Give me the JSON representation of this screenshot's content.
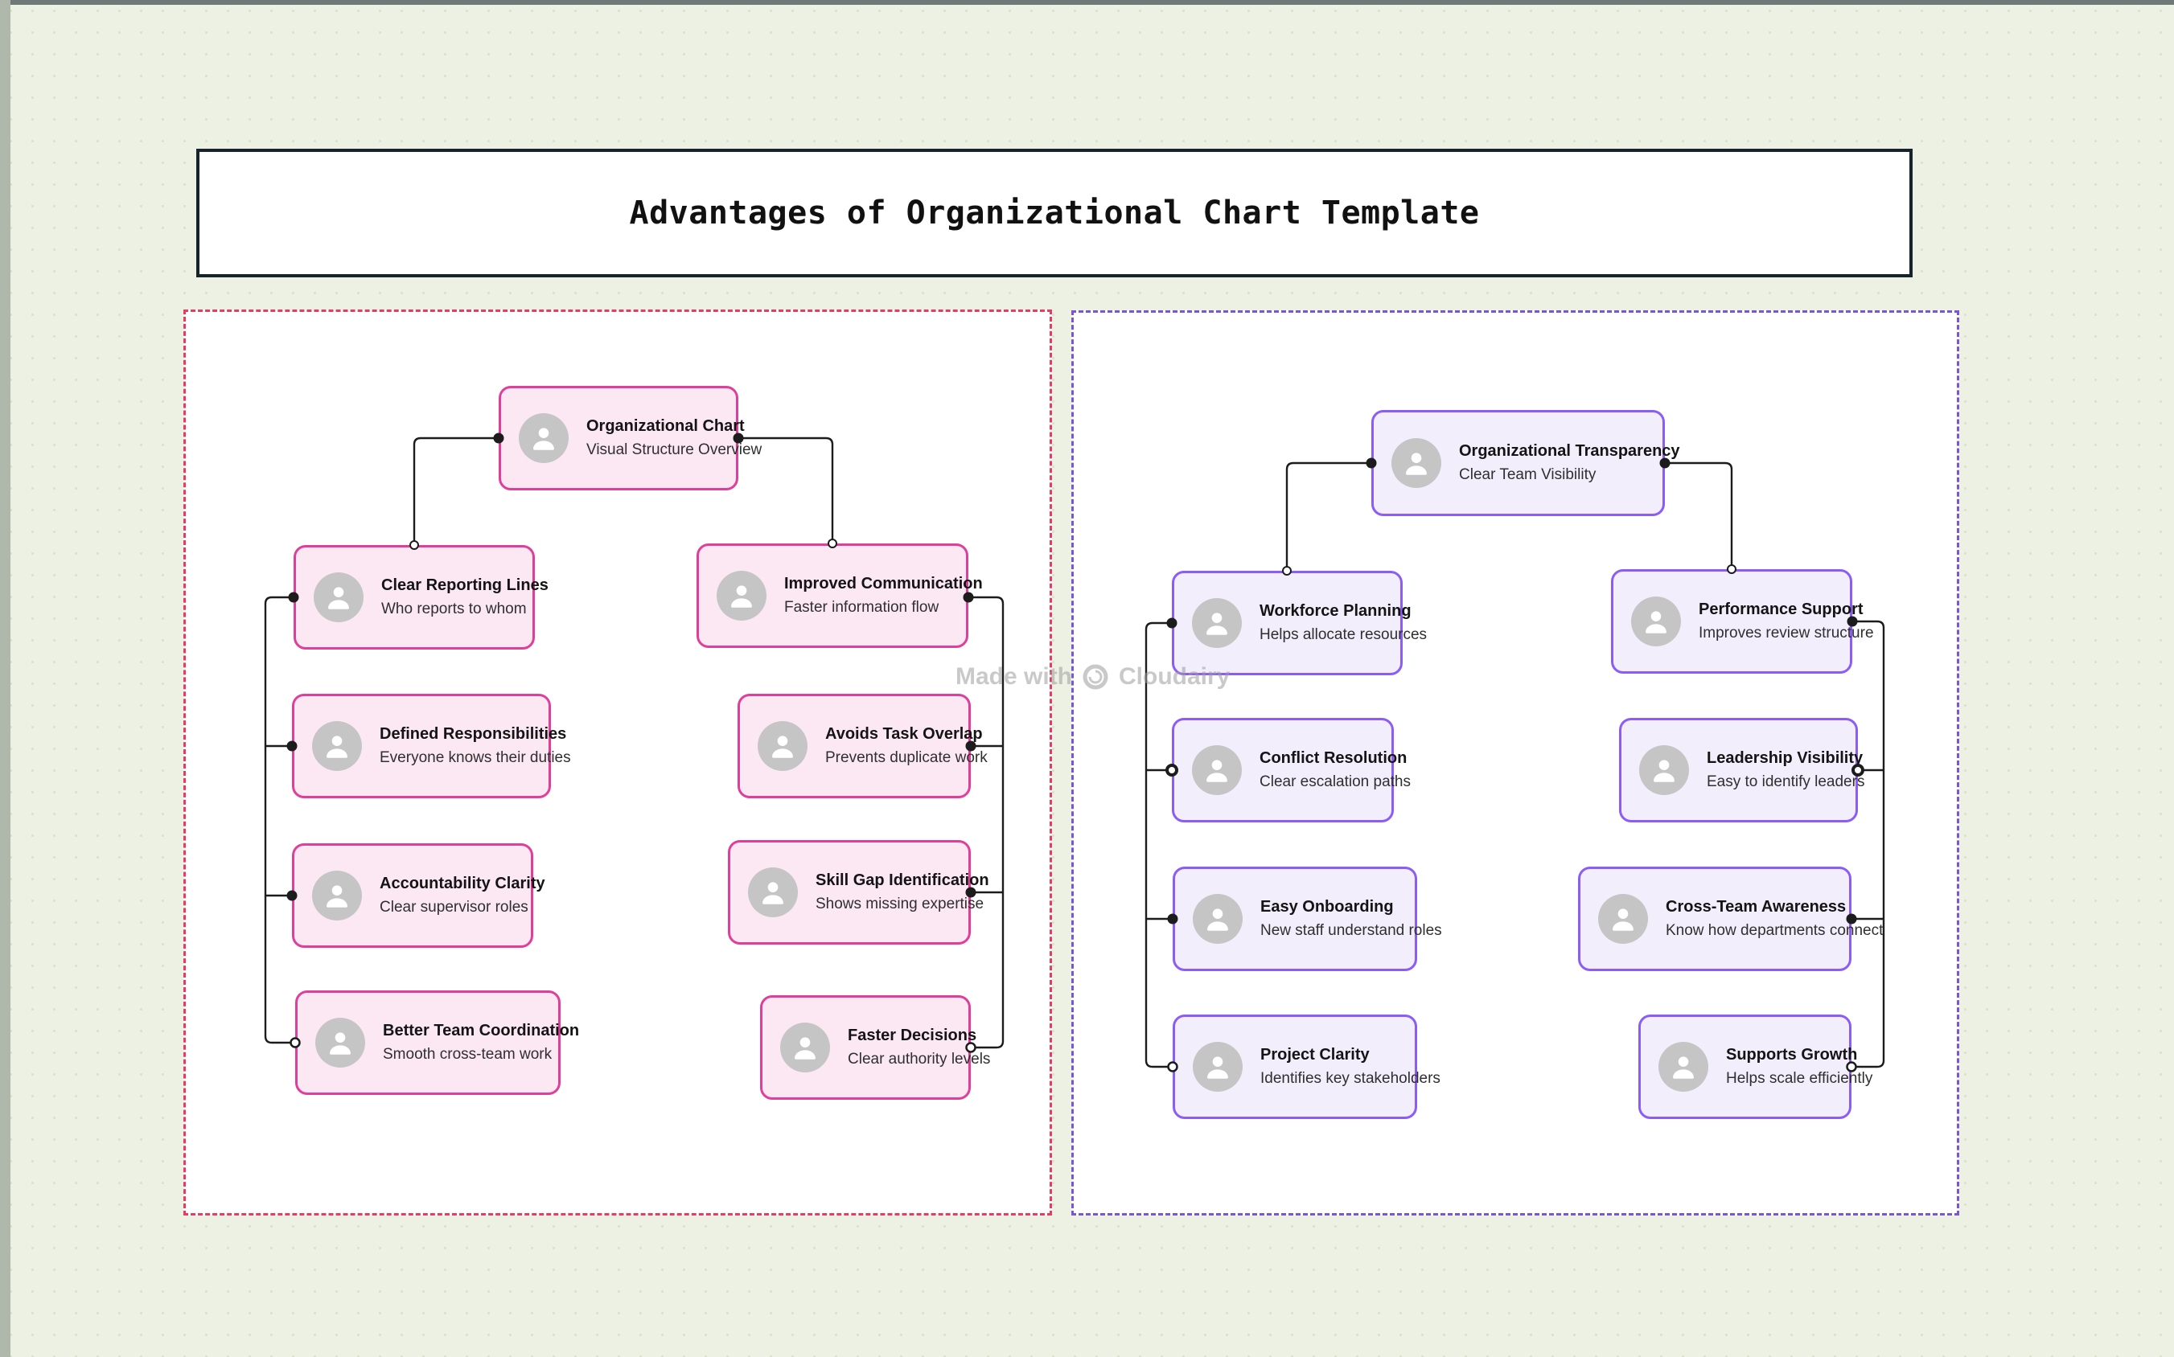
{
  "title_box": {
    "text": "Advantages of Organizational Chart Template"
  },
  "watermark": {
    "made_with": "Made with",
    "brand": "Cloudairy"
  },
  "pink_tree": {
    "root": {
      "title": "Organizational Chart",
      "subtitle": "Visual Structure Overview"
    },
    "left": [
      {
        "title": "Clear Reporting Lines",
        "subtitle": "Who reports to whom"
      },
      {
        "title": "Defined Responsibilities",
        "subtitle": "Everyone knows their duties"
      },
      {
        "title": "Accountability Clarity",
        "subtitle": "Clear supervisor roles"
      },
      {
        "title": "Better Team Coordination",
        "subtitle": "Smooth cross-team work"
      }
    ],
    "right": [
      {
        "title": "Improved Communication",
        "subtitle": "Faster information flow"
      },
      {
        "title": "Avoids Task Overlap",
        "subtitle": "Prevents duplicate work"
      },
      {
        "title": "Skill Gap Identification",
        "subtitle": "Shows missing expertise"
      },
      {
        "title": "Faster Decisions",
        "subtitle": "Clear authority levels"
      }
    ]
  },
  "purple_tree": {
    "root": {
      "title": "Organizational Transparency",
      "subtitle": "Clear Team Visibility"
    },
    "left": [
      {
        "title": "Workforce Planning",
        "subtitle": "Helps allocate resources"
      },
      {
        "title": "Conflict Resolution",
        "subtitle": "Clear escalation paths"
      },
      {
        "title": "Easy Onboarding",
        "subtitle": "New staff understand roles"
      },
      {
        "title": "Project Clarity",
        "subtitle": "Identifies key stakeholders"
      }
    ],
    "right": [
      {
        "title": "Performance Support",
        "subtitle": "Improves review structure"
      },
      {
        "title": "Leadership Visibility",
        "subtitle": "Easy to identify leaders"
      },
      {
        "title": "Cross-Team Awareness",
        "subtitle": "Know how departments connect"
      },
      {
        "title": "Supports Growth",
        "subtitle": "Helps scale efficiently"
      }
    ]
  },
  "colors": {
    "canvas_bg": "#ecf1e3",
    "grid_dot": "#dae2cc",
    "frame_white": "#ffffff",
    "title_border": "#16222c",
    "pink_fill": "#fce8f3",
    "pink_border": "#df3f9a",
    "pink_frame_border": "#ea3a5e",
    "purple_fill": "#f2eefc",
    "purple_border": "#8b5cf6",
    "purple_frame_border": "#7a56d4",
    "connector": "#1c1c1c",
    "avatar_bg": "#c5c5c5",
    "text_primary": "#141414",
    "text_secondary": "#2f2f2f",
    "watermark": "#9e9e9e"
  }
}
